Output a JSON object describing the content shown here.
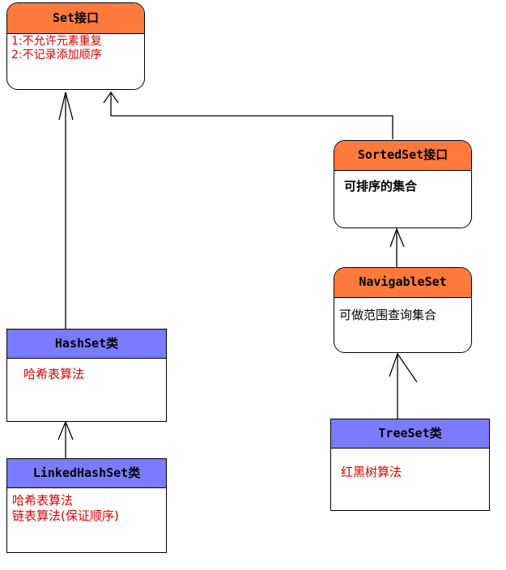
{
  "nodes": {
    "set": {
      "title": "Set接口",
      "lines": [
        "1:不允许元素重复",
        "2:不记录添加顺序"
      ]
    },
    "sorted": {
      "title": "SortedSet接口",
      "lines": [
        "可排序的集合"
      ]
    },
    "navigable": {
      "title": "NavigableSet",
      "lines": [
        "可做范围查询集合"
      ]
    },
    "hashset": {
      "title": "HashSet类",
      "lines": [
        "哈希表算法"
      ]
    },
    "linked": {
      "title": "LinkedHashSet类",
      "lines": [
        "哈希表算法",
        "链表算法(保证顺序)"
      ]
    },
    "treeset": {
      "title": "TreeSet类",
      "lines": [
        "红黑树算法"
      ]
    }
  },
  "colors": {
    "interface_header": "#ff7a3c",
    "class_header": "#7b7bff",
    "body_text": "#e00000"
  }
}
